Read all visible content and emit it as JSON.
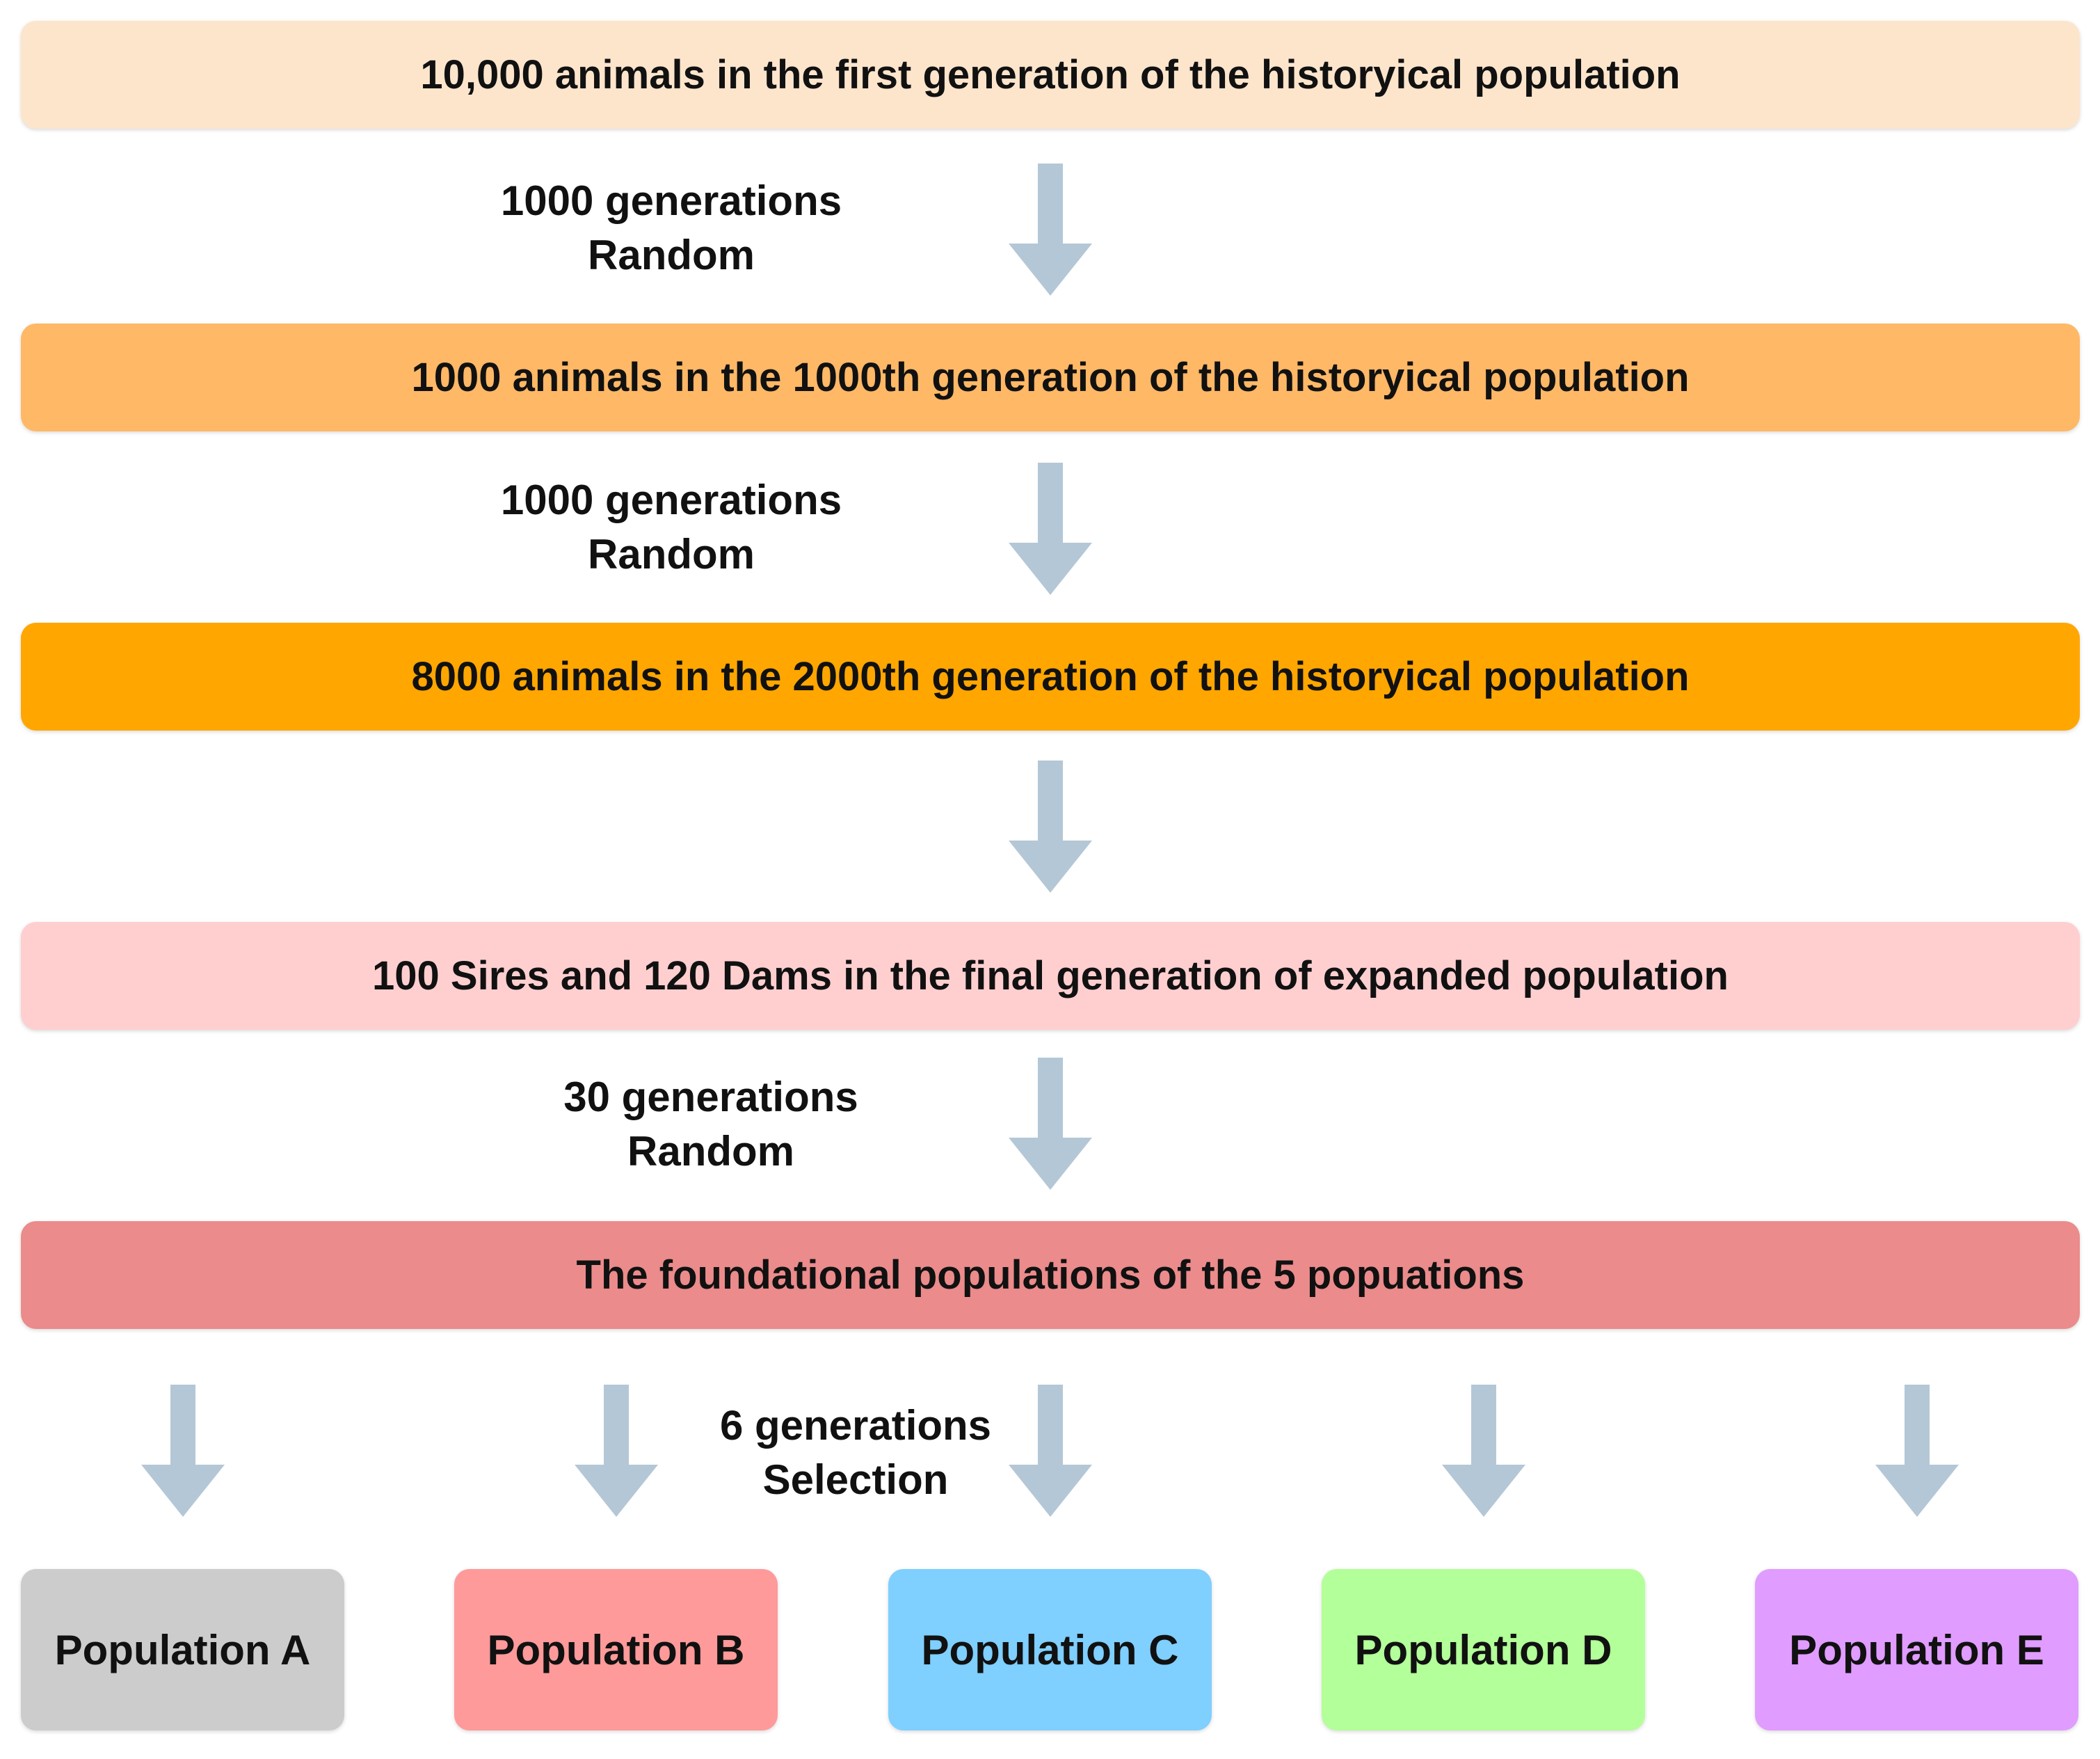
{
  "stages": [
    {
      "text": "10,000 animals in the first generation of the historyical population",
      "color": "#fde5cc"
    },
    {
      "text": "1000 animals in the 1000th generation of the historyical population",
      "color": "#ffb866"
    },
    {
      "text": "8000 animals in the 2000th generation of the historyical population",
      "color": "#ffa600"
    },
    {
      "text": "100 Sires and 120 Dams in the final generation of expanded population",
      "color": "#ffcfd0"
    },
    {
      "text": "The foundational populations of the 5 popuations",
      "color": "#eb8b8b"
    }
  ],
  "transitions": [
    {
      "line1": "1000 generations",
      "line2": "Random"
    },
    {
      "line1": "1000 generations",
      "line2": "Random"
    },
    {
      "line1": "30 generations",
      "line2": "Random"
    },
    {
      "line1": "6 generations",
      "line2": "Selection"
    }
  ],
  "populations": [
    {
      "label": "Population A",
      "color": "#cccccc"
    },
    {
      "label": "Population B",
      "color": "#ff9a9a"
    },
    {
      "label": "Population C",
      "color": "#7fcfff"
    },
    {
      "label": "Population D",
      "color": "#b3ff99"
    },
    {
      "label": "Population E",
      "color": "#e09cff"
    }
  ],
  "arrow_color": "#b4c7d6"
}
